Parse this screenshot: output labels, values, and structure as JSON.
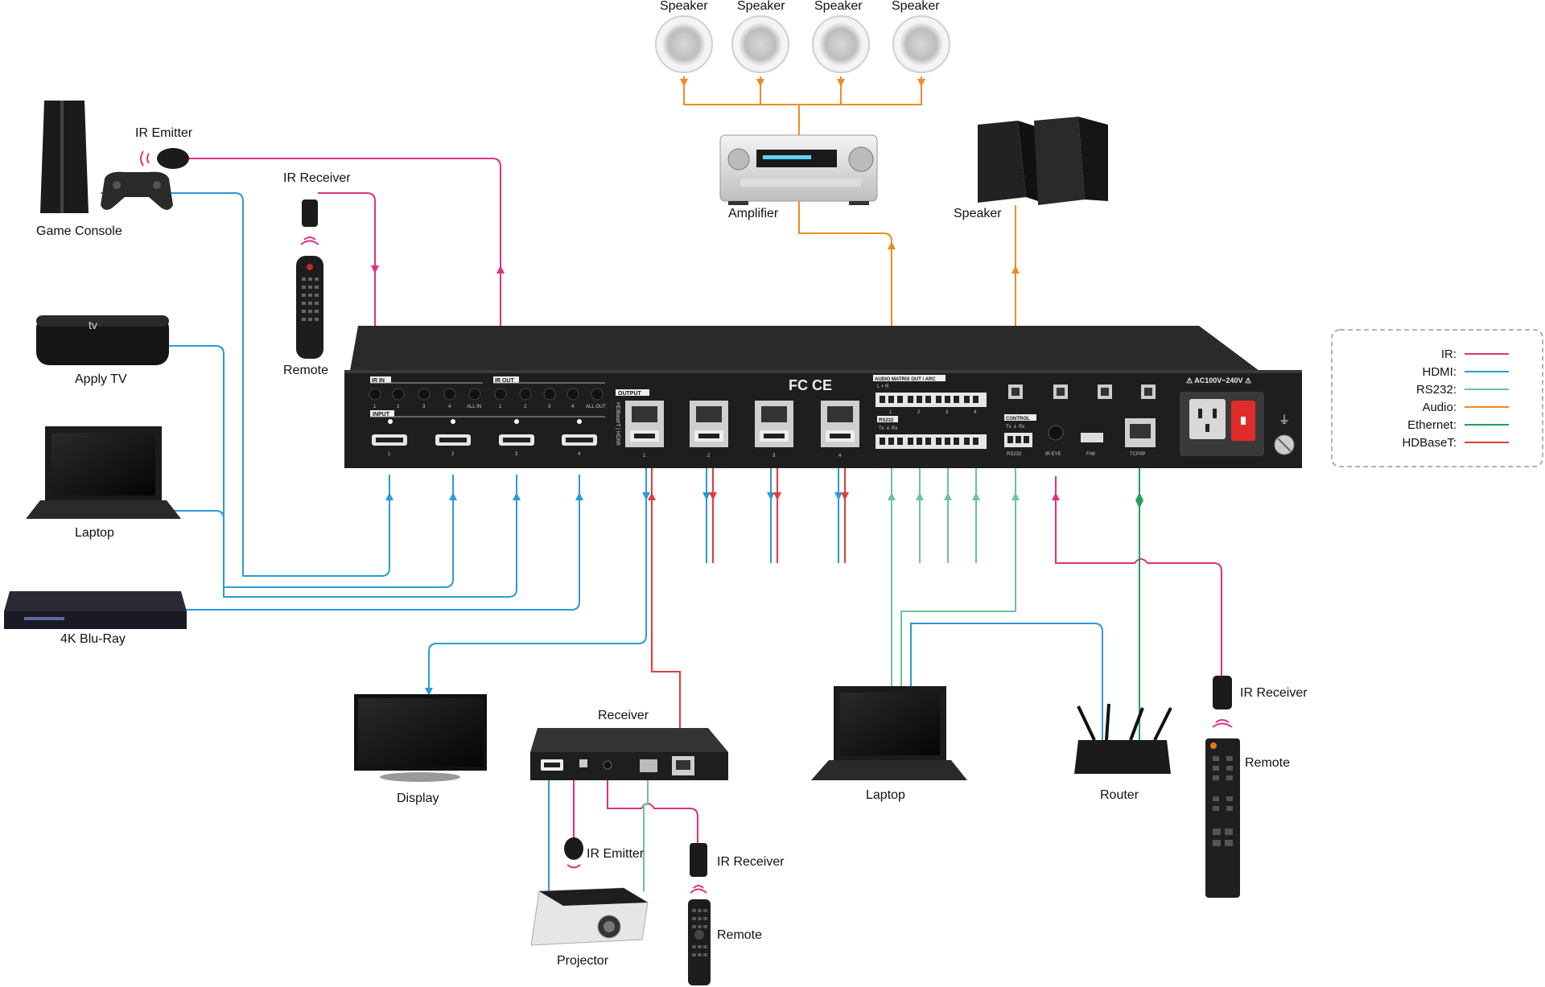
{
  "colors": {
    "ir": "#e0307f",
    "hdmi": "#2b9ad6",
    "rs232": "#6cc39a",
    "audio": "#f08a24",
    "ethernet": "#22a05a",
    "hdbaset": "#e53a3a"
  },
  "legend": [
    {
      "label": "IR:",
      "color": "#e0307f"
    },
    {
      "label": "HDMI:",
      "color": "#2b9ad6"
    },
    {
      "label": "RS232:",
      "color": "#6cc39a"
    },
    {
      "label": "Audio:",
      "color": "#f08a24"
    },
    {
      "label": "Ethernet:",
      "color": "#22a05a"
    },
    {
      "label": "HDBaseT:",
      "color": "#e53a3a"
    }
  ],
  "devices": {
    "speaker1": "Speaker",
    "speaker2": "Speaker",
    "speaker3": "Speaker",
    "speaker4": "Speaker",
    "amplifier": "Amplifier",
    "speaker_pair": "Speaker",
    "ir_emitter_top": "IR Emitter",
    "game_console": "Game Console",
    "ir_receiver_top": "IR Receiver",
    "remote_top": "Remote",
    "apple_tv": "Apply TV",
    "laptop_left": "Laptop",
    "bluray": "4K Blu-Ray",
    "display": "Display",
    "receiver": "Receiver",
    "ir_emitter_bottom": "IR Emitter",
    "ir_receiver_bottom": "IR Receiver",
    "remote_bottom": "Remote",
    "projector": "Projector",
    "laptop_bottom": "Laptop",
    "router": "Router",
    "ir_receiver_right": "IR Receiver",
    "remote_right": "Remote"
  },
  "panel": {
    "ir_in": "IR IN",
    "ir_out": "IR OUT",
    "input": "INPUT",
    "output": "OUTPUT",
    "hdbaset_hdmi": "HDBaseT | HDMI",
    "audio_matrix": "AUDIO MATRIX OUT / ARC",
    "rs232": "RS232",
    "control": "CONTROL",
    "tx_rx": "Tx  ⏚  Rx",
    "ir_eye": "IR EYE",
    "fw": "F/W",
    "tcpip": "TCP/IP",
    "power": "⚠ AC100V~240V ⚠",
    "rs232_port": "RS232",
    "fc_ce": "FC CE",
    "ir_in_ports": [
      "1",
      "2",
      "3",
      "4",
      "ALL IN"
    ],
    "ir_out_ports": [
      "1",
      "2",
      "3",
      "4",
      "ALL OUT"
    ],
    "input_ports": [
      "1",
      "2",
      "3",
      "4"
    ],
    "output_ports": [
      "1",
      "2",
      "3",
      "4"
    ],
    "audio_ports": [
      "1",
      "2",
      "3",
      "4"
    ],
    "lr": "L  +  R"
  }
}
